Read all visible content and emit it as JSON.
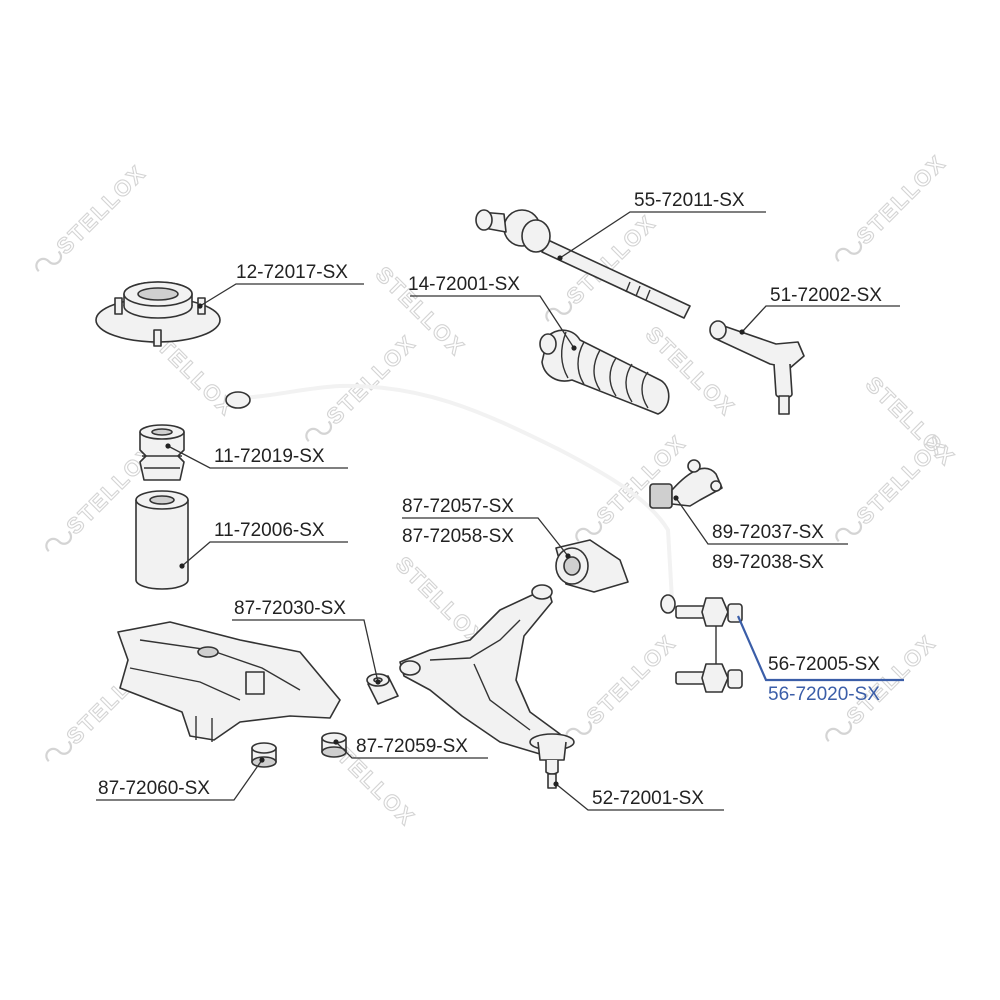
{
  "watermark": {
    "brand": "STELLOX"
  },
  "colors": {
    "label": "#222222",
    "highlight": "#3b5ea8",
    "line": "#333333",
    "watermark": "#d4d4d4"
  },
  "parts": {
    "tie_rod_axial": "55-72011-SX",
    "tie_rod_end": "51-72002-SX",
    "strut_mount": "12-72017-SX",
    "steering_boot": "14-72001-SX",
    "bump_stop": "11-72019-SX",
    "dust_cover": "11-72006-SX",
    "control_arm_bushing_a": "87-72057-SX",
    "control_arm_bushing_b": "87-72058-SX",
    "stabilizer_bushing_a": "89-72037-SX",
    "stabilizer_bushing_b": "89-72038-SX",
    "arm_bushing_front": "87-72030-SX",
    "stabilizer_link_a": "56-72005-SX",
    "stabilizer_link_b": "56-72020-SX",
    "subframe_bushing_a": "87-72059-SX",
    "subframe_bushing_b": "87-72060-SX",
    "ball_joint": "52-72001-SX"
  }
}
